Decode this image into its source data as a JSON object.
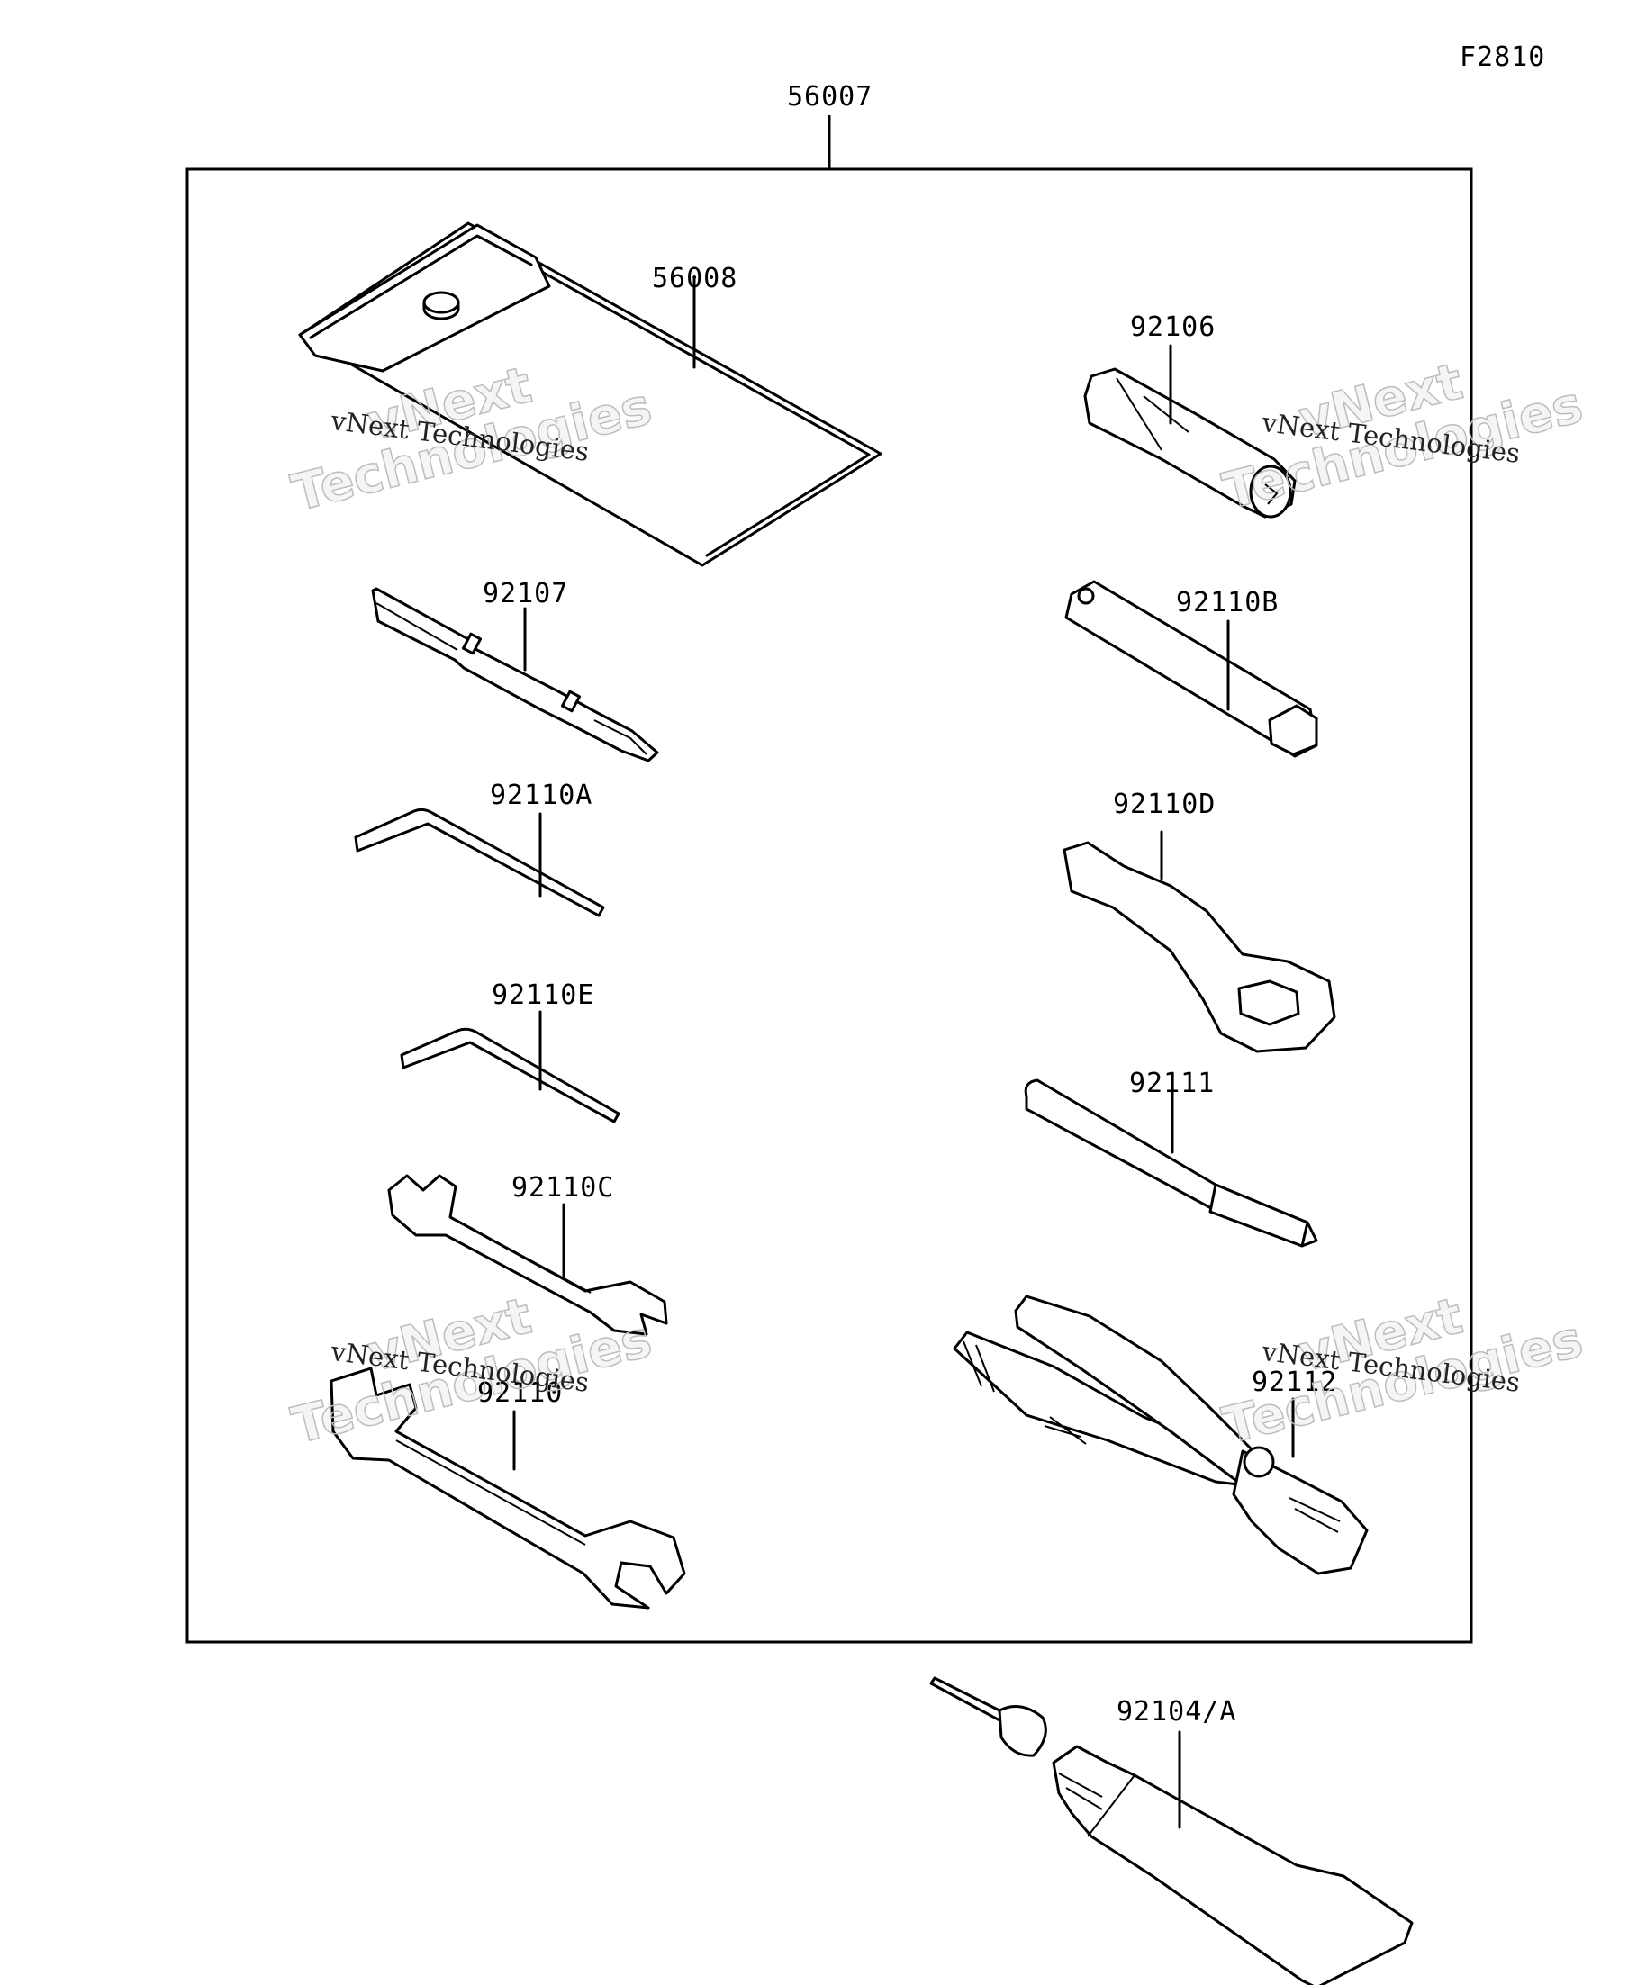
{
  "figure_code": "F2810",
  "assembly": {
    "part_no": "56007"
  },
  "parts": [
    {
      "id": "56008"
    },
    {
      "id": "92106"
    },
    {
      "id": "92107"
    },
    {
      "id": "92110B"
    },
    {
      "id": "92110A"
    },
    {
      "id": "92110D"
    },
    {
      "id": "92110E"
    },
    {
      "id": "92111"
    },
    {
      "id": "92110C"
    },
    {
      "id": "92110"
    },
    {
      "id": "92112"
    },
    {
      "id": "92104/A"
    }
  ],
  "watermark": {
    "line1": "vNext Technologies",
    "big_top": "vNext",
    "big_bottom": "Technologies"
  }
}
